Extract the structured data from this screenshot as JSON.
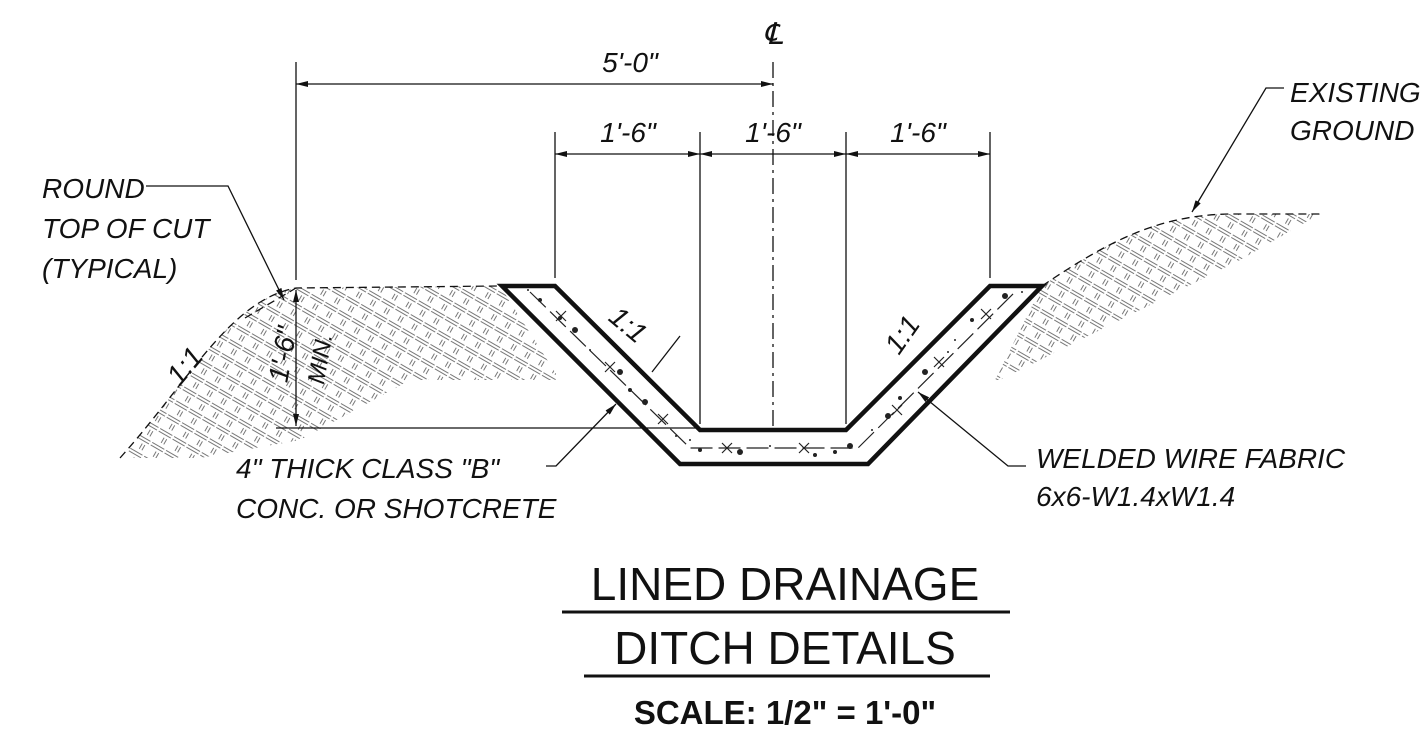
{
  "centerline_symbol": "℄",
  "dimensions": {
    "overall": "5'-0\"",
    "segment_left": "1'-6\"",
    "segment_mid": "1'-6\"",
    "segment_right": "1'-6\"",
    "depth": "1'-6\"",
    "depth_note": "MIN."
  },
  "slopes": {
    "ground_left": "1:1",
    "liner_left": "1:1",
    "liner_right": "1:1"
  },
  "notes": {
    "round_top": [
      "ROUND",
      "TOP OF CUT",
      "(TYPICAL)"
    ],
    "existing_ground": [
      "EXISTING",
      "GROUND"
    ],
    "concrete": [
      "4\" THICK CLASS \"B\"",
      "CONC. OR SHOTCRETE"
    ],
    "wire_fabric": [
      "WELDED WIRE FABRIC",
      "6x6-W1.4xW1.4"
    ]
  },
  "title": {
    "line1": "LINED DRAINAGE",
    "line2": "DITCH DETAILS",
    "scale": "SCALE: 1/2\" = 1'-0\""
  }
}
